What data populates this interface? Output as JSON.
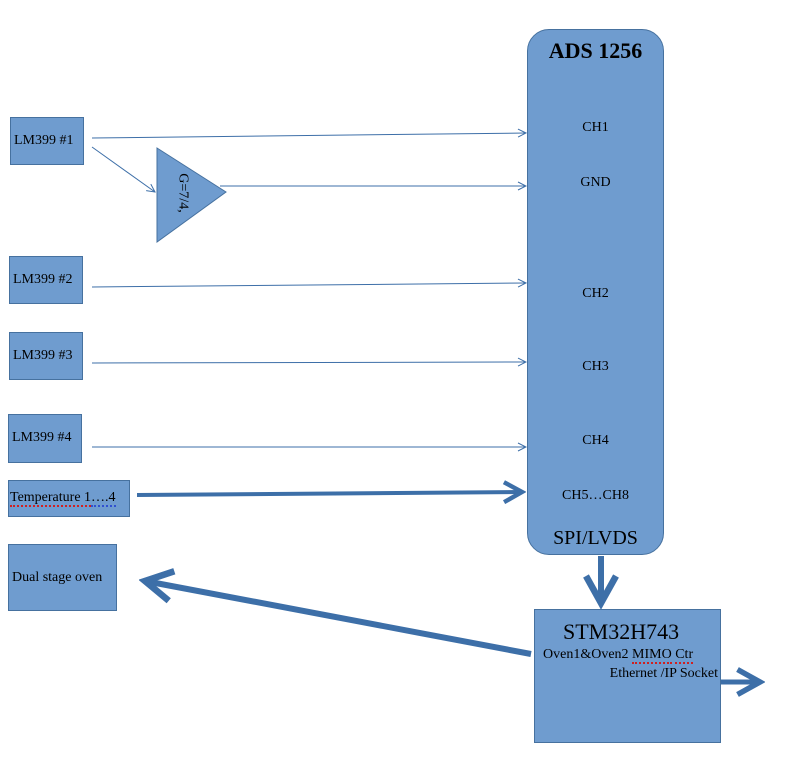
{
  "colors": {
    "box_fill": "#6f9ccf",
    "box_border": "#46719f",
    "arrow": "#3d6fa8"
  },
  "adc": {
    "title": "ADS 1256",
    "bus_label": "SPI/LVDS",
    "channels": [
      "CH1",
      "GND",
      "CH2",
      "CH3",
      "CH4",
      "CH5…CH8"
    ]
  },
  "amplifier": {
    "label": "G=7/4,"
  },
  "sensors": [
    "LM399 #1",
    "LM399 #2",
    "LM399 #3",
    "LM399 #4"
  ],
  "temperature": {
    "label_main": "Temperature 1",
    "label_tail": "….4"
  },
  "oven": {
    "label": "Dual stage oven"
  },
  "mcu": {
    "title": "STM32H743",
    "line1_a": "Oven1&Oven2 ",
    "line1_b": "MIMO",
    "line1_c": " ",
    "line1_d": "Ctr",
    "line2": "Ethernet /IP Socket"
  }
}
